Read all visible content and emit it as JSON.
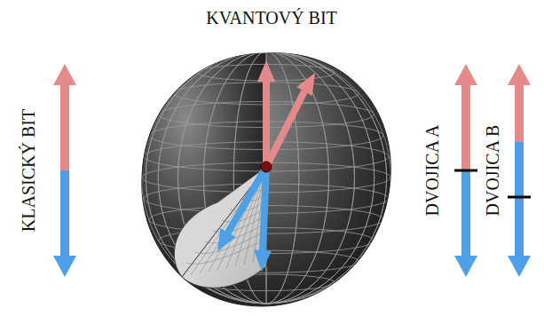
{
  "diagram": {
    "title": "KVANTOVÝ BIT",
    "labels": [
      "KLASICKÝ BIT",
      "DVOJICA A",
      "DVOJICA B"
    ]
  }
}
